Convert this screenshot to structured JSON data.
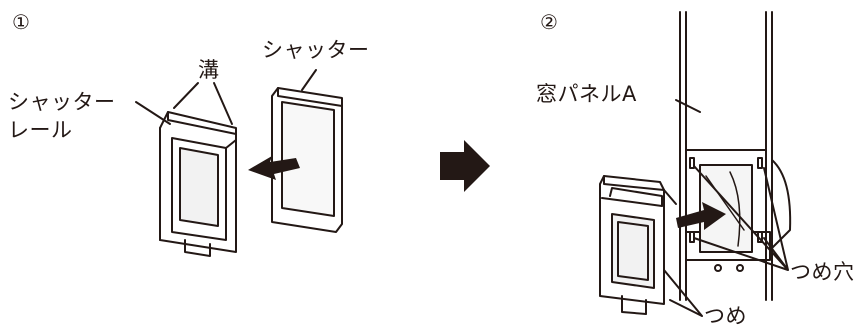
{
  "steps": [
    {
      "number": "①",
      "labels": {
        "groove": "溝",
        "shutter": "シャッター",
        "shutter_rail_line1": "シャッター",
        "shutter_rail_line2": "レール"
      }
    },
    {
      "number": "②",
      "labels": {
        "window_panel": "窓パネルA",
        "hook_hole": "つめ穴",
        "hook": "つめ"
      }
    }
  ],
  "colors": {
    "line": "#231815",
    "arrow": "#231815",
    "background": "#ffffff",
    "screen": "#f2f2f2"
  }
}
